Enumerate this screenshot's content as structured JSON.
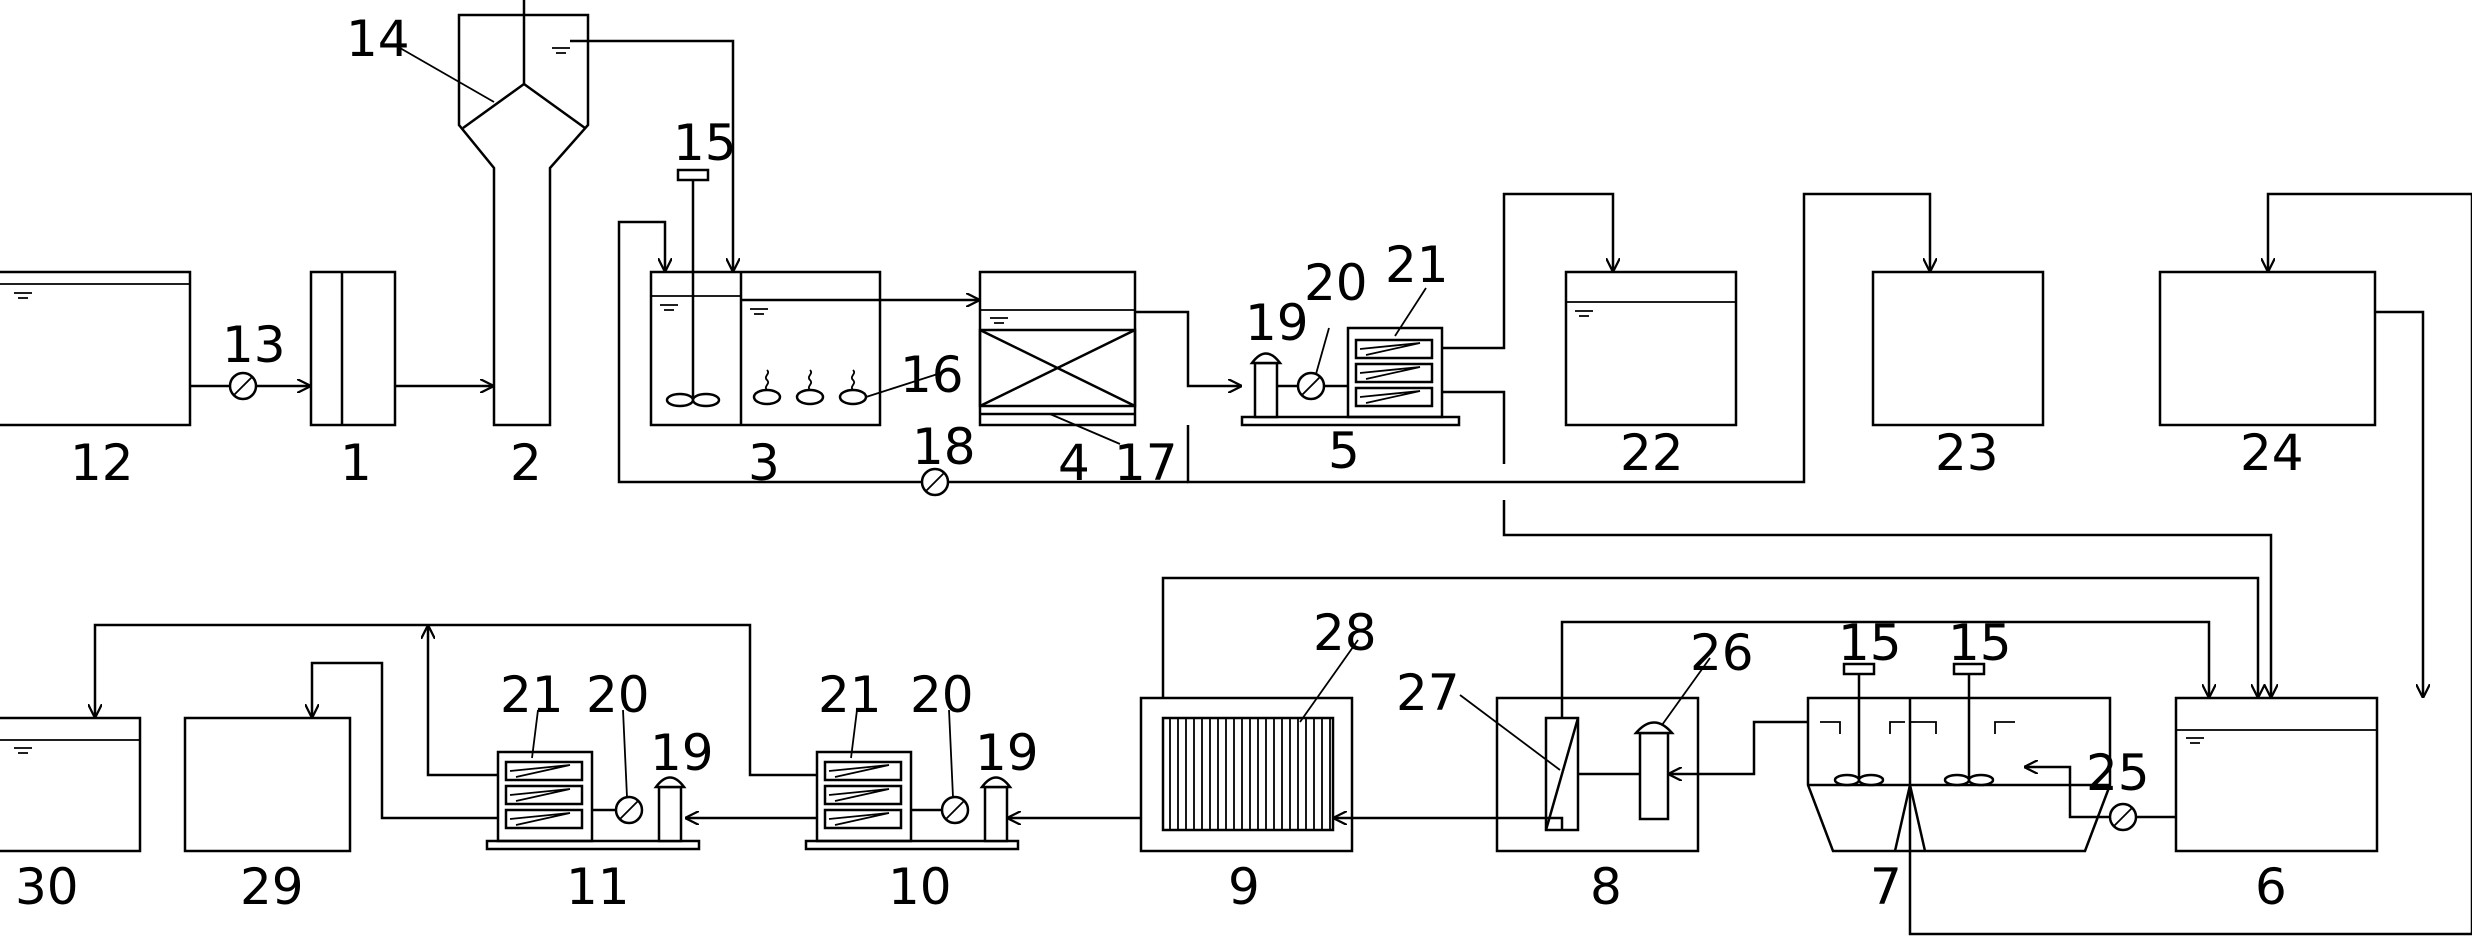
{
  "diagram": {
    "labels": {
      "n1": "1",
      "n2": "2",
      "n3": "3",
      "n4": "4",
      "n5": "5",
      "n6": "6",
      "n7": "7",
      "n8": "8",
      "n9": "9",
      "n10": "10",
      "n11": "11",
      "n12": "12",
      "n13": "13",
      "n14": "14",
      "n15": "15",
      "n15b": "15",
      "n15c": "15",
      "n16": "16",
      "n17": "17",
      "n18": "18",
      "n19a": "19",
      "n19b": "19",
      "n19c": "19",
      "n20a": "20",
      "n20b": "20",
      "n20c": "20",
      "n21a": "21",
      "n21b": "21",
      "n21c": "21",
      "n22": "22",
      "n23": "23",
      "n24": "24",
      "n25": "25",
      "n26": "26",
      "n27": "27",
      "n28": "28",
      "n29": "29",
      "n30": "30"
    }
  }
}
